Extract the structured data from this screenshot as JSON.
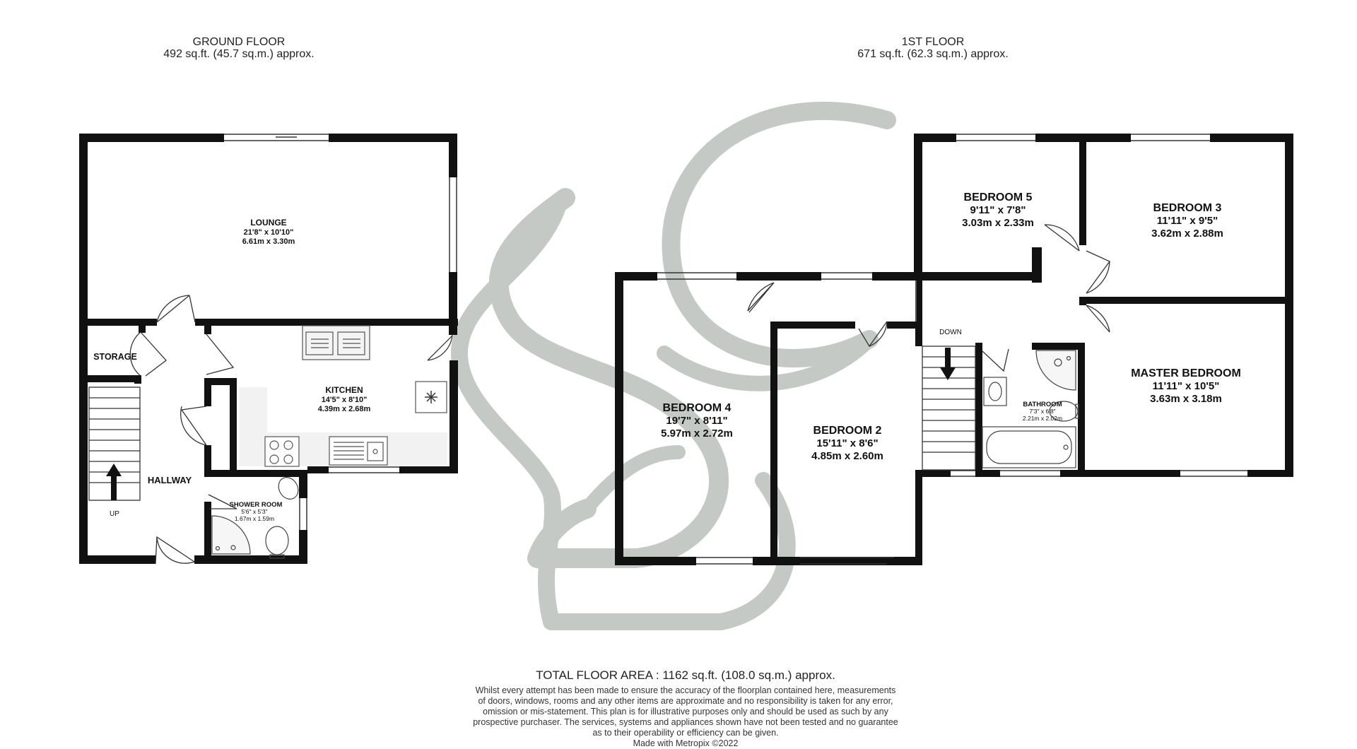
{
  "ground_floor": {
    "title": "GROUND FLOOR",
    "area": "492 sq.ft. (45.7 sq.m.) approx.",
    "rooms": {
      "lounge": {
        "name": "LOUNGE",
        "imperial": "21'8\"  x 10'10\"",
        "metric": "6.61m  x 3.30m"
      },
      "storage": {
        "name": "STORAGE"
      },
      "kitchen": {
        "name": "KITCHEN",
        "imperial": "14'5\"  x 8'10\"",
        "metric": "4.39m  x 2.68m"
      },
      "hallway": {
        "name": "HALLWAY"
      },
      "shower_room": {
        "name": "SHOWER ROOM",
        "imperial": "5'6\"  x 5'3\"",
        "metric": "1.67m  x 1.59m"
      }
    },
    "stairs_label": "UP"
  },
  "first_floor": {
    "title": "1ST FLOOR",
    "area": "671 sq.ft. (62.3 sq.m.) approx.",
    "rooms": {
      "bedroom5": {
        "name": "BEDROOM 5",
        "imperial": "9'11\"  x 7'8\"",
        "metric": "3.03m  x 2.33m"
      },
      "bedroom3": {
        "name": "BEDROOM 3",
        "imperial": "11'11\"  x 9'5\"",
        "metric": "3.62m  x 2.88m"
      },
      "bedroom4": {
        "name": "BEDROOM 4",
        "imperial": "19'7\"  x 8'11\"",
        "metric": "5.97m  x 2.72m"
      },
      "bedroom2": {
        "name": "BEDROOM 2",
        "imperial": "15'11\"  x 8'6\"",
        "metric": "4.85m  x 2.60m"
      },
      "master": {
        "name": "MASTER BEDROOM",
        "imperial": "11'11\"  x 10'5\"",
        "metric": "3.63m  x 3.18m"
      },
      "bathroom": {
        "name": "BATHROOM",
        "imperial": "7'3\"  x 6'8\"",
        "metric": "2.21m  x 2.02m"
      }
    },
    "stairs_label": "DOWN"
  },
  "total_area": "TOTAL FLOOR AREA : 1162 sq.ft. (108.0 sq.m.) approx.",
  "disclaimer": [
    "Whilst every attempt has been made to ensure the accuracy of the floorplan contained here, measurements",
    "of doors, windows, rooms and any other items are approximate and no responsibility is taken for any error,",
    "omission or mis-statement. This plan is for illustrative purposes only and should be used as such by any",
    "prospective purchaser. The services, systems and appliances shown have not been tested and no guarantee",
    "as to their operability or efficiency can be given."
  ],
  "credit": "Made with Metropix ©2022",
  "colors": {
    "wall": "#111111",
    "watermark": "#c4c9c6",
    "fixture": "#555555"
  }
}
